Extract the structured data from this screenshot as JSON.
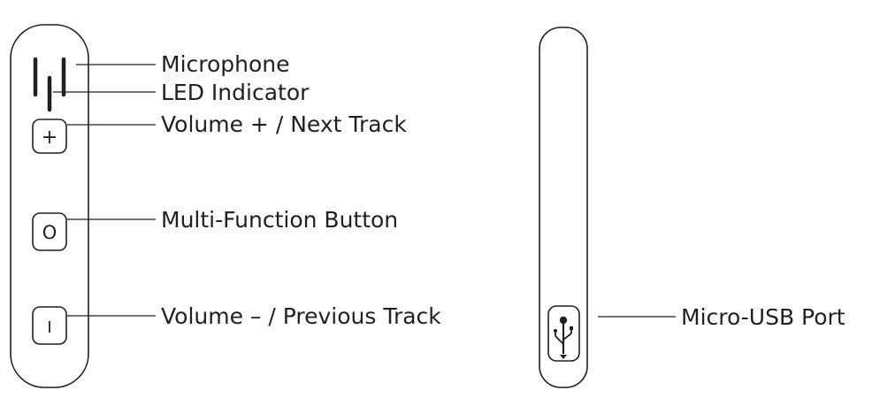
{
  "diagram": {
    "labels": {
      "microphone": "Microphone",
      "led": "LED Indicator",
      "volume_up": "Volume + / Next Track",
      "multi_function": "Multi-Function Button",
      "volume_down": "Volume – / Previous Track",
      "micro_usb": "Micro-USB Port"
    },
    "button_symbols": {
      "plus": "+",
      "circle": "O",
      "minus": "I"
    },
    "icons": {
      "microphone": "microphone-icon",
      "usb": "usb-icon"
    },
    "colors": {
      "line": "#231f20",
      "background": "#ffffff"
    }
  }
}
